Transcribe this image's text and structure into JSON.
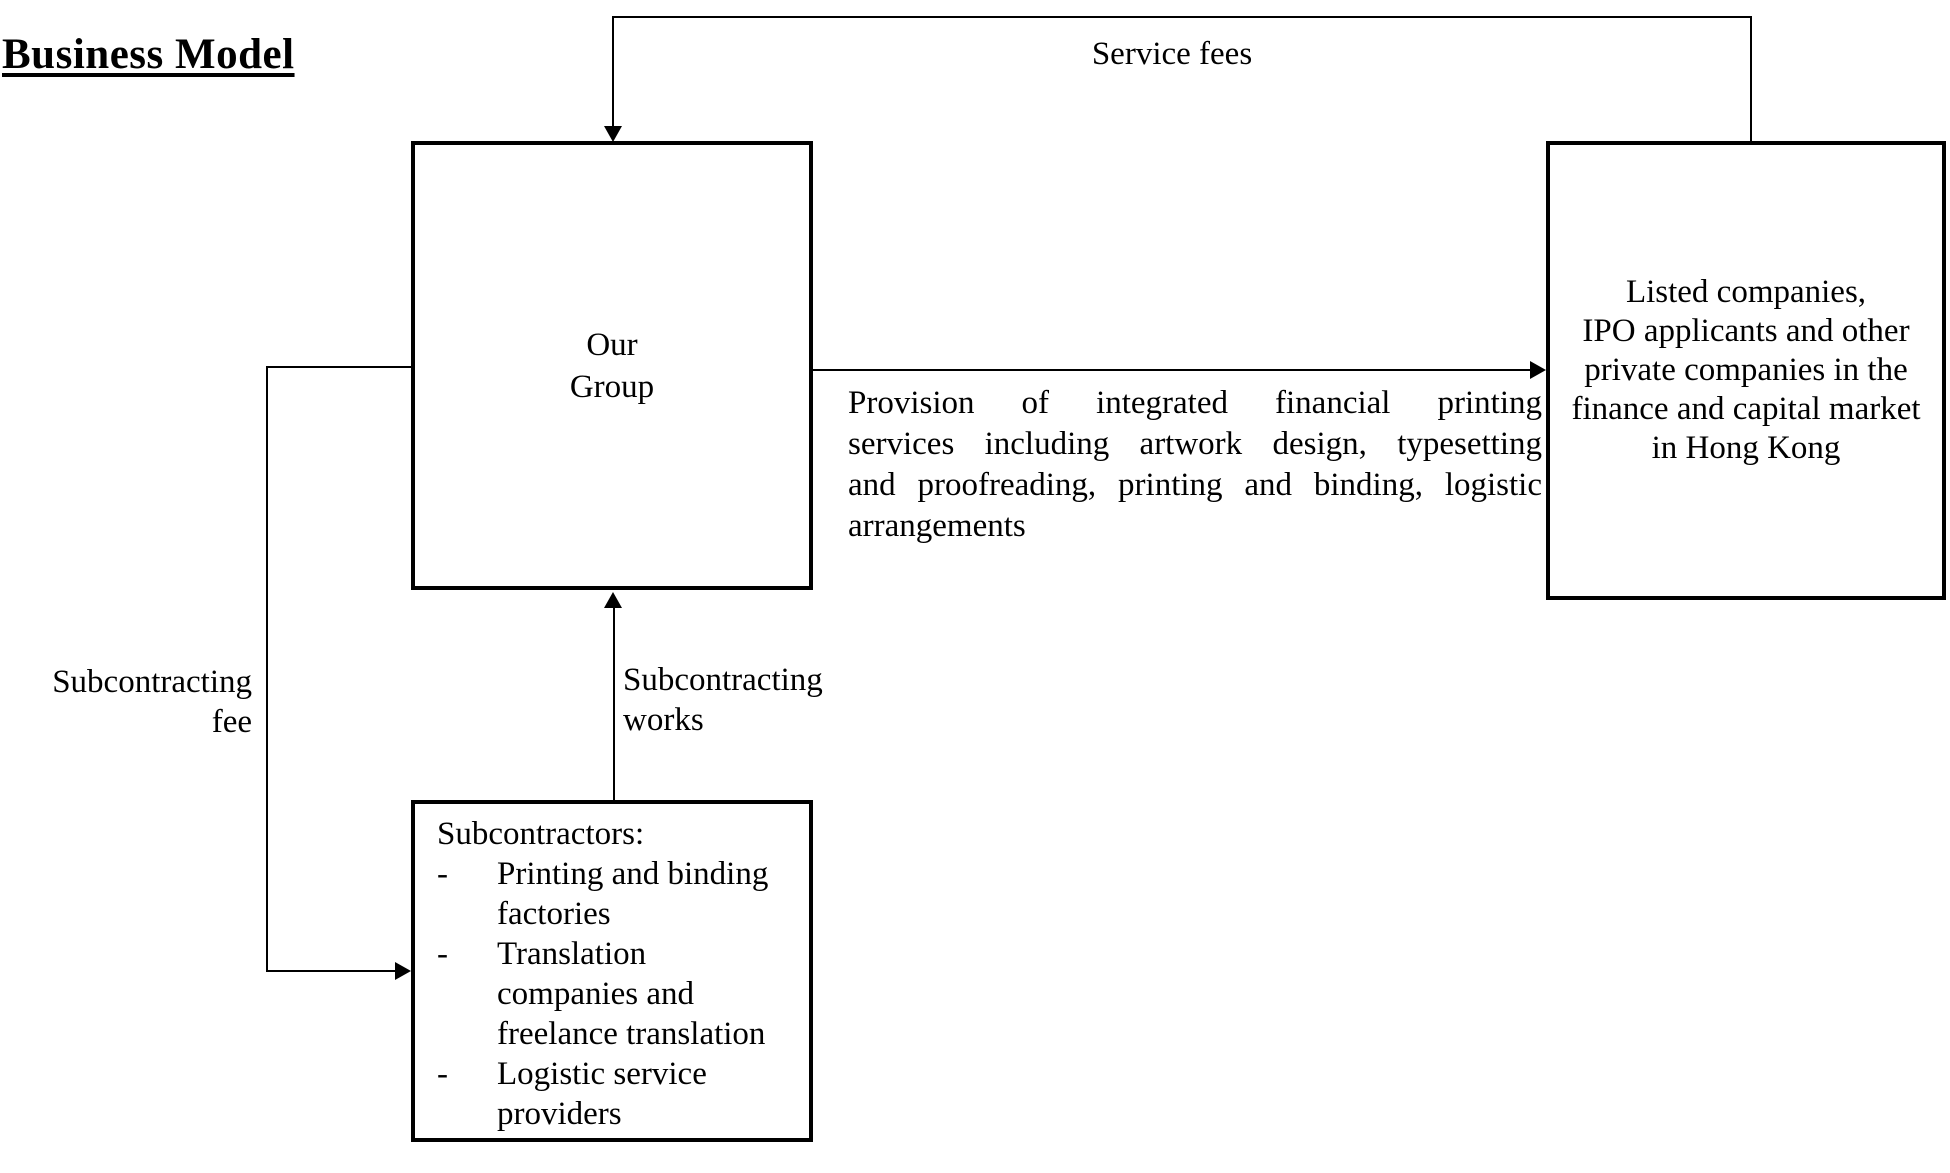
{
  "title": "Business Model",
  "labels": {
    "service_fees": "Service fees",
    "subcontracting_fee": "Subcontracting\nfee",
    "subcontracting_works": "Subcontracting\nworks"
  },
  "provision": {
    "lines": [
      "Provision of integrated financial printing",
      "services including artwork design, typesetting",
      "and proofreading, printing and binding, logistic",
      "arrangements"
    ]
  },
  "boxes": {
    "our_group": {
      "lines": [
        "Our",
        "Group"
      ]
    },
    "clients": {
      "lines": [
        "Listed companies,",
        "IPO applicants and other",
        "private companies in the",
        "finance and capital market",
        "in Hong Kong"
      ]
    },
    "subcontractors": {
      "heading": "Subcontractors:",
      "bullets": [
        {
          "dash": "-",
          "text": "Printing and binding\nfactories"
        },
        {
          "dash": "-",
          "text": "Translation\ncompanies and\nfreelance translation"
        },
        {
          "dash": "-",
          "text": "Logistic service\nproviders"
        }
      ]
    }
  },
  "colors": {
    "line": "#000000",
    "background": "#ffffff",
    "text": "#000000"
  }
}
